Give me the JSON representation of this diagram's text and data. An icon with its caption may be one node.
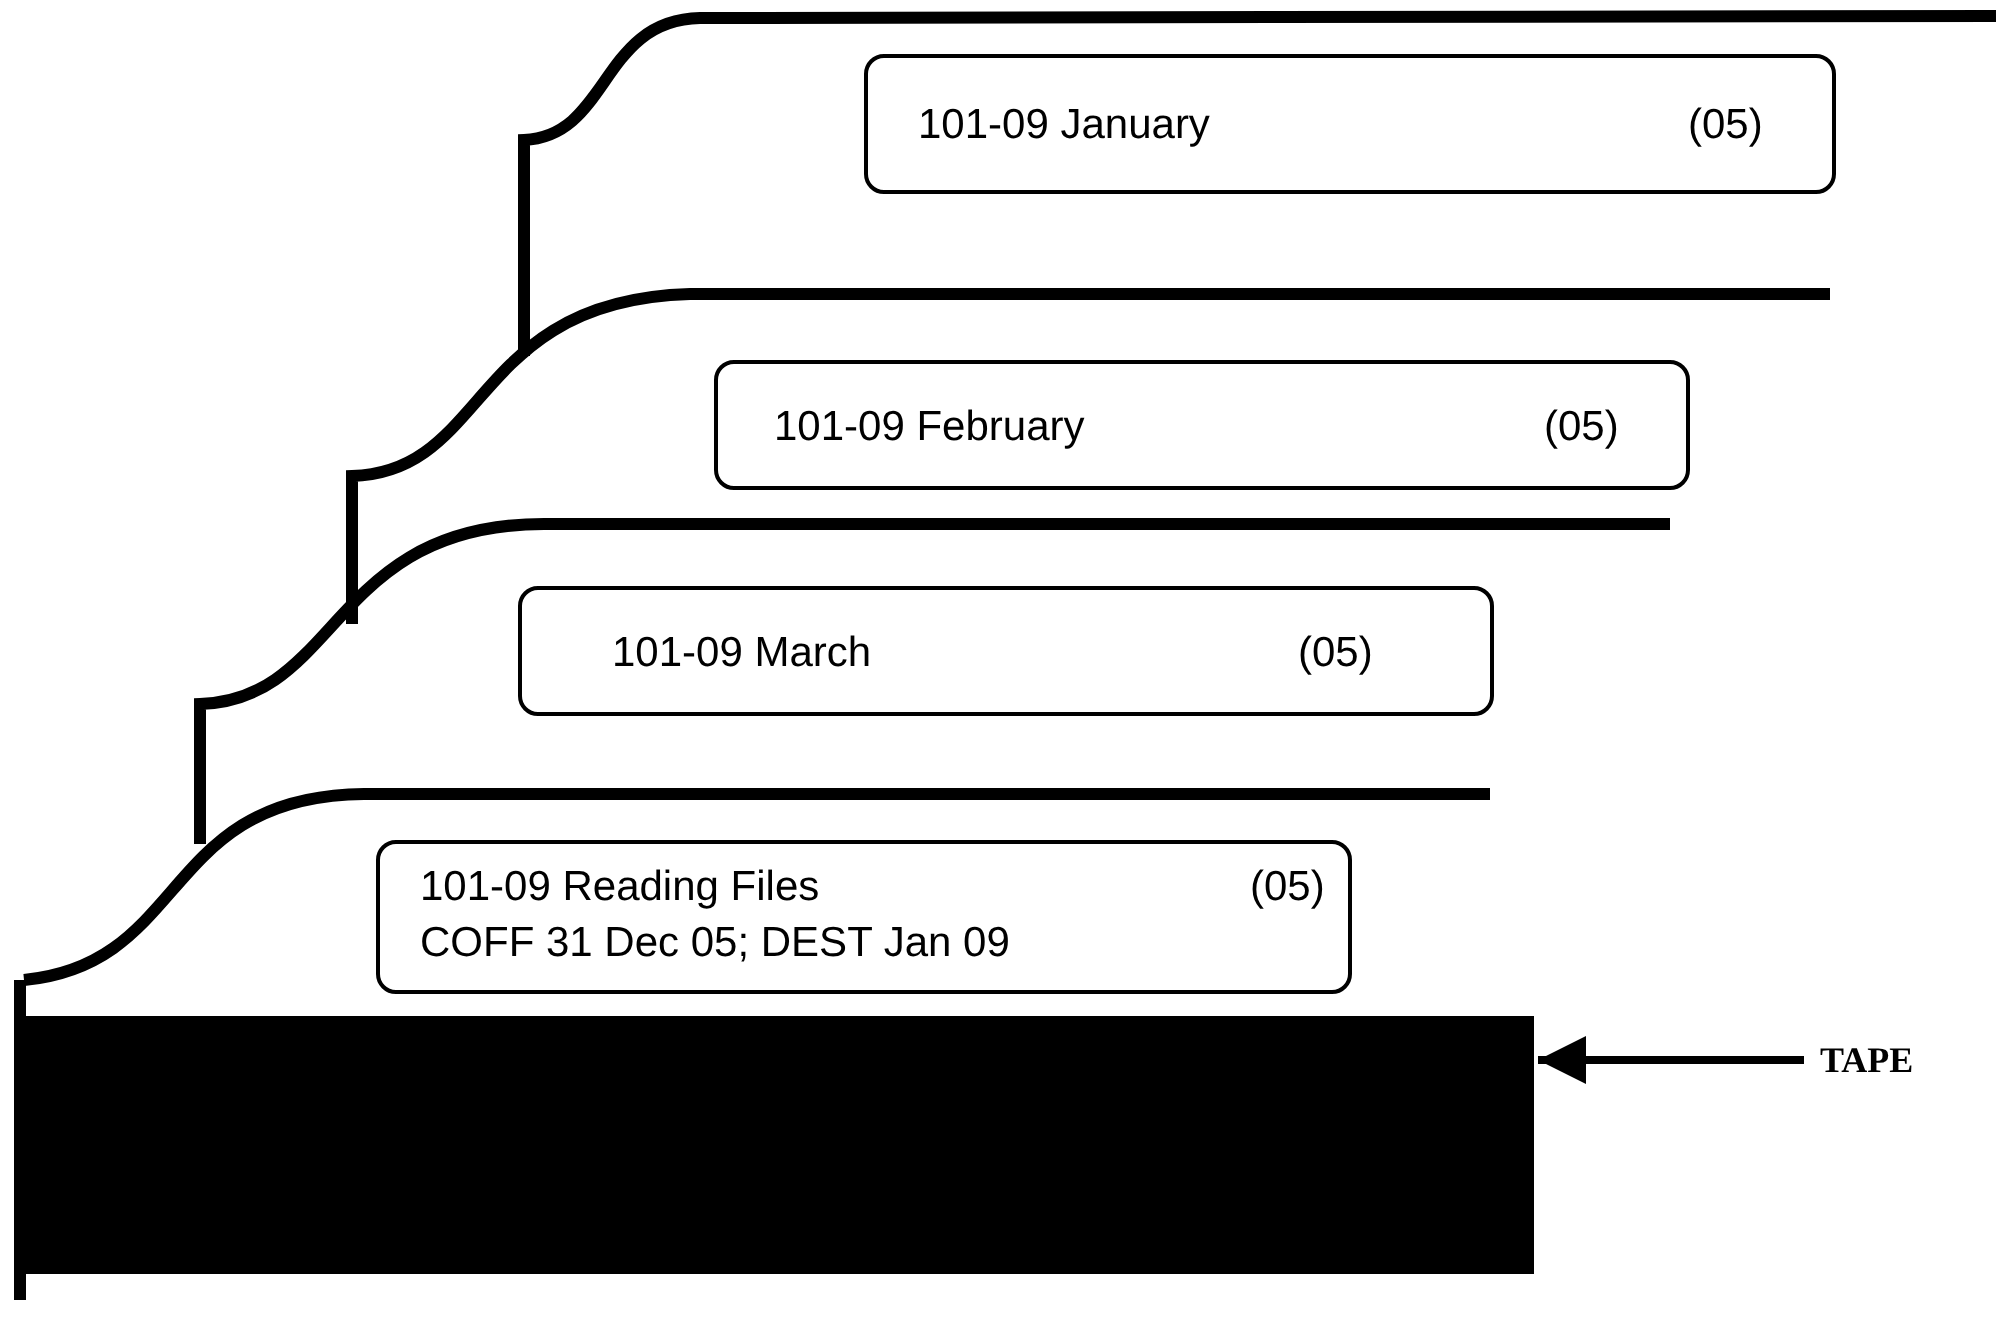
{
  "diagram": {
    "nodes": [
      {
        "text": [
          "101-09 January",
          "(05)"
        ]
      },
      {
        "text": [
          "101-09 February",
          "(05)"
        ]
      },
      {
        "text": [
          "101-09 March",
          "(05)"
        ]
      },
      {
        "text": [
          "101-09 Reading Files",
          "(05)",
          "COFF 31 Dec 05; DEST Jan 09"
        ]
      },
      {
        "text": [
          "TAPE"
        ]
      },
      {
        "text": [],
        "shape": "bar"
      }
    ],
    "edges": [
      {
        "from": 4,
        "to": 5,
        "arrow": "to"
      }
    ]
  }
}
